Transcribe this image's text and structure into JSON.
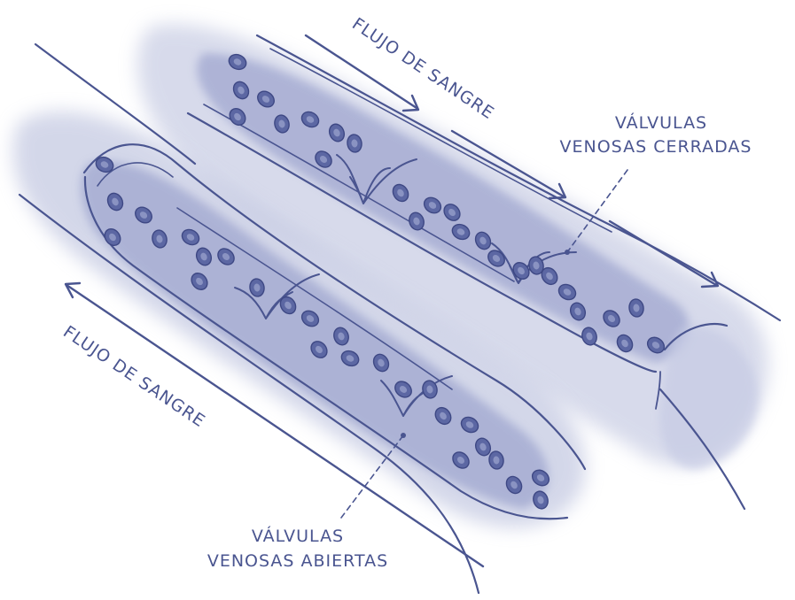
{
  "labels": {
    "flow_top": "FLUJO DE SANGRE",
    "flow_bottom": "FLUJO DE SANGRE",
    "closed_valves_line1": "VÁLVULAS",
    "closed_valves_line2": "VENOSAS CERRADAS",
    "open_valves_line1": "VÁLVULAS",
    "open_valves_line2": "VENOSAS ABIERTAS"
  },
  "colors": {
    "ink": "#4a5590",
    "wash": "#aeb4d6",
    "wash_dark": "#8890c2",
    "cell": "#5c67a3"
  }
}
